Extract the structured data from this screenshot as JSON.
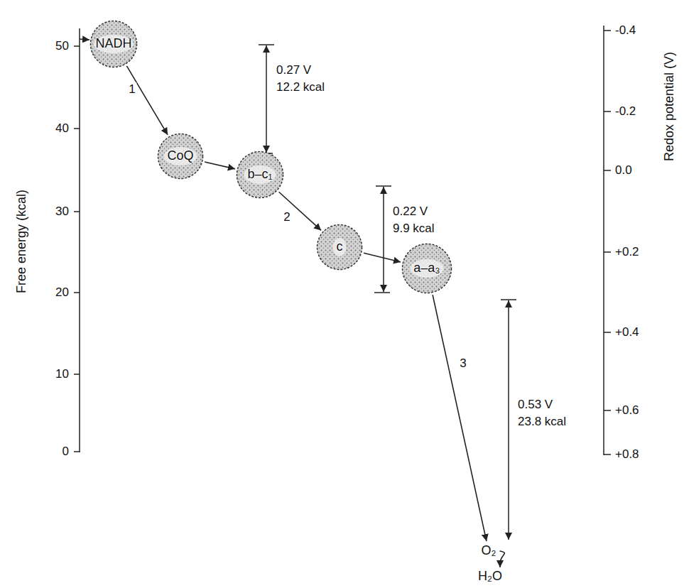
{
  "diagram": {
    "nodes": [
      {
        "text": [
          "NADH"
        ]
      },
      {
        "text": [
          "CoQ"
        ]
      },
      {
        "text": [
          "b–c₁"
        ]
      },
      {
        "text": [
          "c"
        ]
      },
      {
        "text": [
          "a–a₃"
        ]
      },
      {
        "text": [
          "O₂"
        ]
      },
      {
        "text": [
          "H₂O"
        ]
      }
    ],
    "edges": [
      {
        "from": 0,
        "to": 1,
        "arrow": "to",
        "label": "1"
      },
      {
        "from": 1,
        "to": 2,
        "arrow": "to"
      },
      {
        "from": 2,
        "to": 3,
        "arrow": "to",
        "label": "2"
      },
      {
        "from": 3,
        "to": 4,
        "arrow": "to"
      },
      {
        "from": 4,
        "to": 5,
        "arrow": "to",
        "label": "3"
      },
      {
        "from": 5,
        "to": 6,
        "arrow": "to"
      }
    ],
    "labels": [
      "Free energy (kcal)",
      "Redox potential (V)",
      "50",
      "40",
      "30",
      "20",
      "10",
      "0",
      "-0.4",
      "-0.2",
      "0.0",
      "+0.2",
      "+0.4",
      "+0.6",
      "+0.8",
      "0.27 V",
      "12.2 kcal",
      "0.22 V",
      "9.9 kcal",
      "0.53 V",
      "23.8 kcal"
    ]
  }
}
